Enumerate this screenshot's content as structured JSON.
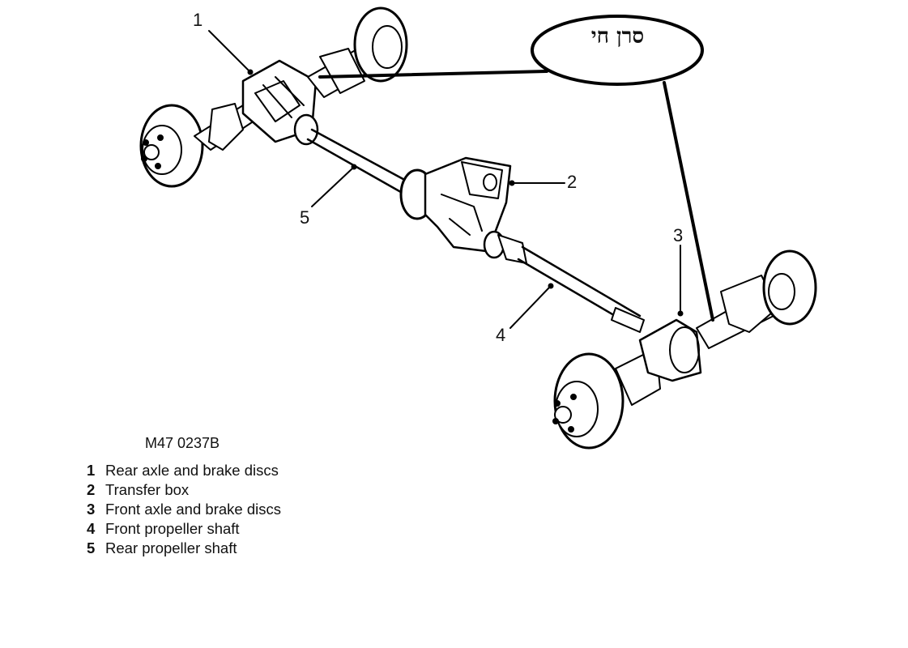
{
  "figure": {
    "code": "M47 0237B",
    "annotation_label": "סרן חי",
    "callouts": [
      "1",
      "2",
      "3",
      "4",
      "5"
    ]
  },
  "legend": [
    {
      "num": "1",
      "text": "Rear axle and brake discs"
    },
    {
      "num": "2",
      "text": "Transfer box"
    },
    {
      "num": "3",
      "text": "Front axle and brake discs"
    },
    {
      "num": "4",
      "text": "Front propeller shaft"
    },
    {
      "num": "5",
      "text": "Rear propeller shaft"
    }
  ]
}
